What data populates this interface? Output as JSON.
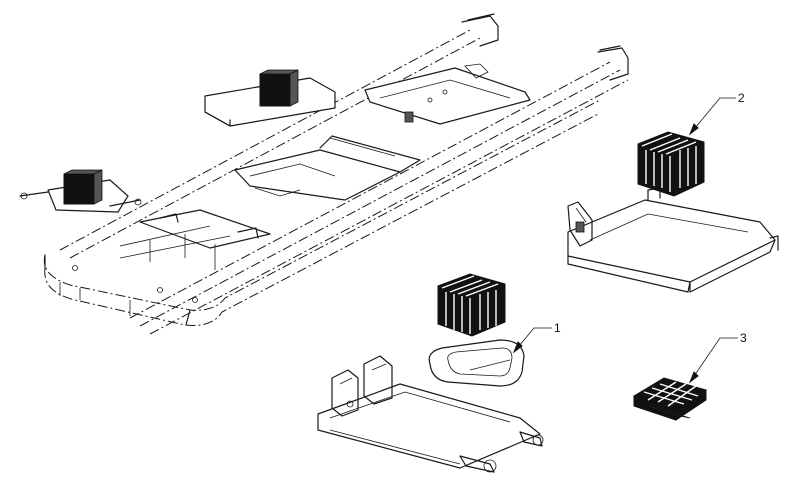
{
  "callouts": {
    "label_1": "1",
    "label_2": "2",
    "label_3": "3"
  },
  "icons": [
    "rack-block-icon",
    "sample-tray-icon",
    "plate-holder-icon",
    "carrier-rails-icon"
  ],
  "colors": {
    "line": "#1a1a1a",
    "background": "#ffffff",
    "block_fill": "#111111"
  }
}
